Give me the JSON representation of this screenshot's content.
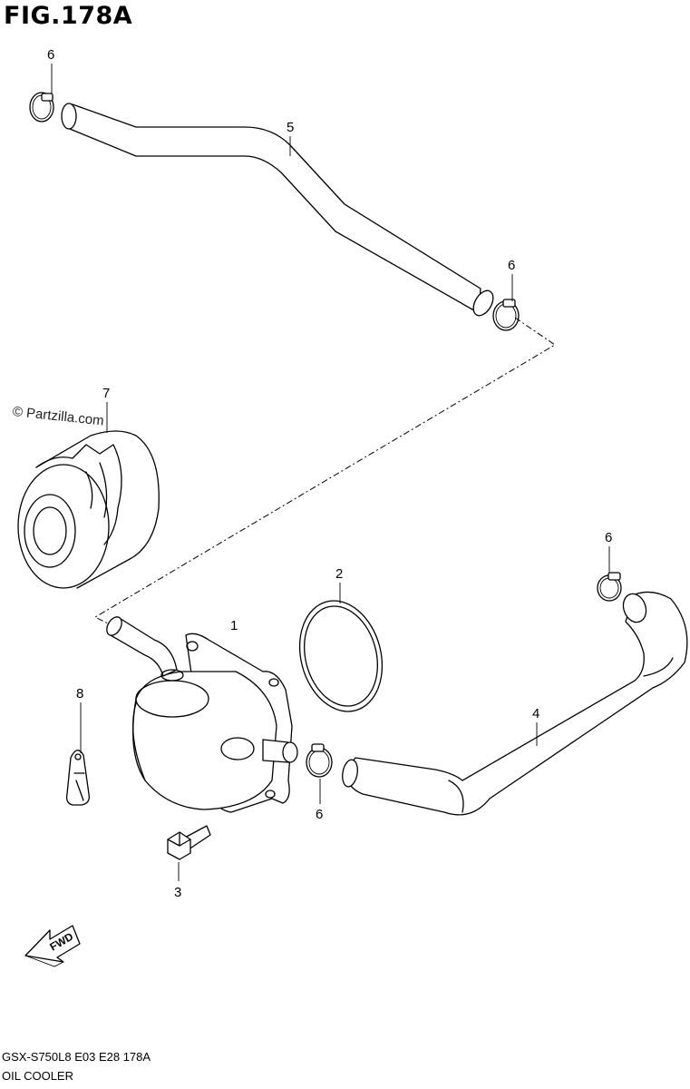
{
  "figure": {
    "title": "FIG.178A",
    "code": "GSX-S750L8  E03  E28  178A",
    "name": "OIL COOLER",
    "watermark": "© Partzilla.com",
    "fwd_label": "FWD"
  },
  "callouts": [
    {
      "id": "callout-1",
      "label": "1"
    },
    {
      "id": "callout-2",
      "label": "2"
    },
    {
      "id": "callout-3",
      "label": "3"
    },
    {
      "id": "callout-4",
      "label": "4"
    },
    {
      "id": "callout-5",
      "label": "5"
    },
    {
      "id": "callout-6a",
      "label": "6"
    },
    {
      "id": "callout-6b",
      "label": "6"
    },
    {
      "id": "callout-6c",
      "label": "6"
    },
    {
      "id": "callout-6d",
      "label": "6"
    },
    {
      "id": "callout-7",
      "label": "7"
    },
    {
      "id": "callout-8",
      "label": "8"
    }
  ]
}
